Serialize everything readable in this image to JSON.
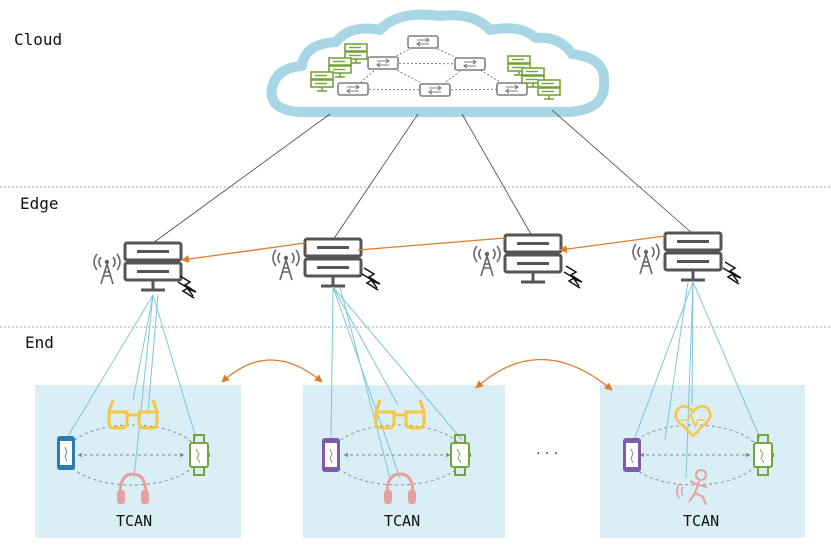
{
  "tiers": {
    "cloud": "Cloud",
    "edge": "Edge",
    "end": "End"
  },
  "clusters": [
    {
      "label": "TCAN",
      "devices": [
        "phone",
        "glasses",
        "watch",
        "headphones"
      ]
    },
    {
      "label": "TCAN",
      "devices": [
        "phone",
        "glasses",
        "watch",
        "headphones"
      ]
    },
    {
      "label": "TCAN",
      "devices": [
        "phone",
        "heart-monitor",
        "watch",
        "fall-sensor"
      ]
    }
  ],
  "ellipsis": "· · ·",
  "colors": {
    "cloud_outline": "#a9d6e5",
    "server_green": "#77a33a",
    "switch_gray": "#7f7f7f",
    "server_body": "#5d5d5d",
    "peer_link": "#e07b2c",
    "device_link": "#7fc6d8",
    "cluster_bg": "#daeef5",
    "phone_blue": "#2b7bb0",
    "phone_purple": "#7e5ca8",
    "glasses_yellow": "#f5c744",
    "headphone_pink": "#e6a19c",
    "watch_green": "#77a33a"
  }
}
